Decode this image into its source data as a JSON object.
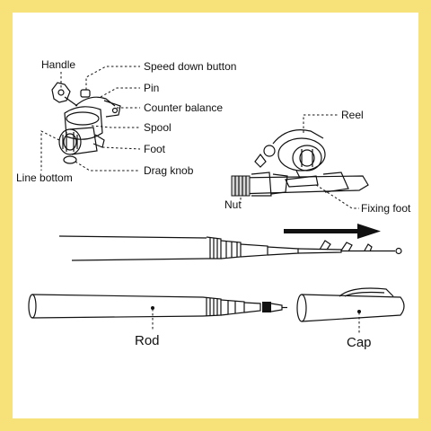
{
  "colors": {
    "border": "#f7e27a",
    "background": "#ffffff",
    "ink": "#111111"
  },
  "labels": {
    "handle": "Handle",
    "speed_down_button": "Speed down button",
    "pin": "Pin",
    "counter_balance": "Counter balance",
    "spool": "Spool",
    "foot": "Foot",
    "drag_knob": "Drag knob",
    "line_bottom": "Line bottom",
    "reel": "Reel",
    "nut": "Nut",
    "fixing_foot": "Fixing foot",
    "rod": "Rod",
    "cap": "Cap"
  },
  "icons": {
    "direction": "arrow-right-icon"
  }
}
